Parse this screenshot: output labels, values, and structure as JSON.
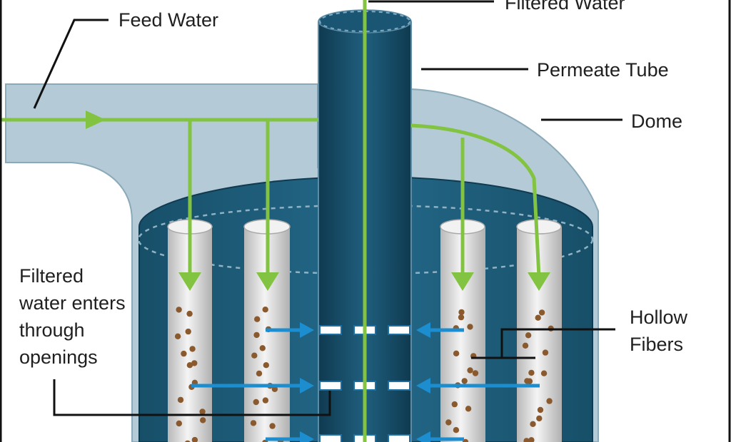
{
  "labels": {
    "feed_water": "Feed Water",
    "filtered_water": "Filtered Water",
    "permeate_tube": "Permeate Tube",
    "dome": "Dome",
    "filtered_enters": [
      "Filtered",
      "water enters",
      "through",
      "openings"
    ],
    "hollow_fibers": [
      "Hollow",
      "Fibers"
    ]
  },
  "colors": {
    "dome": "#b4cad6",
    "vessel": "#1e5f7b",
    "permeate_tube": "#174b64",
    "fiber": "#e4e4e4",
    "particle": "#8a5a2e",
    "green_flow": "#82c341",
    "blue_flow": "#1c8ed0",
    "leader_line": "#111111"
  },
  "icons": [
    "green-flow-arrow",
    "blue-flow-arrow",
    "sediment-particle"
  ]
}
